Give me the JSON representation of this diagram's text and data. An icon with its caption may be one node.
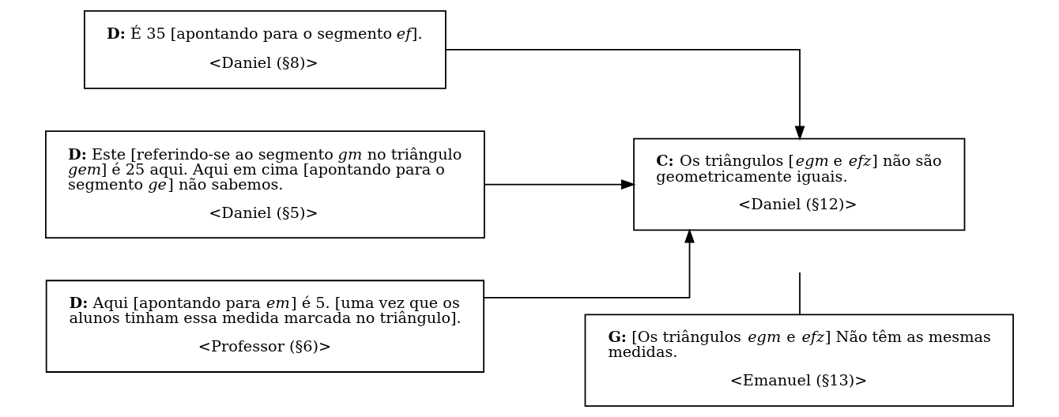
{
  "diagram": {
    "nodes": [
      {
        "text": [
          "**D:** É 35 [apontando para o segmento *ef*].",
          "<Daniel (§8)>"
        ]
      },
      {
        "text": [
          "**D:** Este [referindo-se ao segmento *gm* no triângulo *gem*] é 25 aqui. Aqui em cima [apontando para o segmento *ge*] não sabemos.",
          "<Daniel (§5)>"
        ]
      },
      {
        "text": [
          "**D:** Aqui [apontando para *em*] é 5. [uma vez que os alunos tinham essa medida marcada no triângulo].",
          "<Professor (§6)>"
        ]
      },
      {
        "text": [
          "**C:** Os triângulos [*egm* e *efz*] não são geometricamente iguais.",
          "<Daniel (§12)>"
        ]
      },
      {
        "text": [
          "**G:** [Os triângulos *egm* e *efz*] Não têm as mesmas medidas.",
          "<Emanuel (§13)>"
        ]
      }
    ],
    "edges": [
      {
        "from": 0,
        "to": 3,
        "arrow": "to"
      },
      {
        "from": 1,
        "to": 3,
        "arrow": "to"
      },
      {
        "from": 2,
        "to": 3,
        "arrow": "to"
      },
      {
        "from": 4,
        "to": null,
        "arrow": "none"
      }
    ]
  }
}
